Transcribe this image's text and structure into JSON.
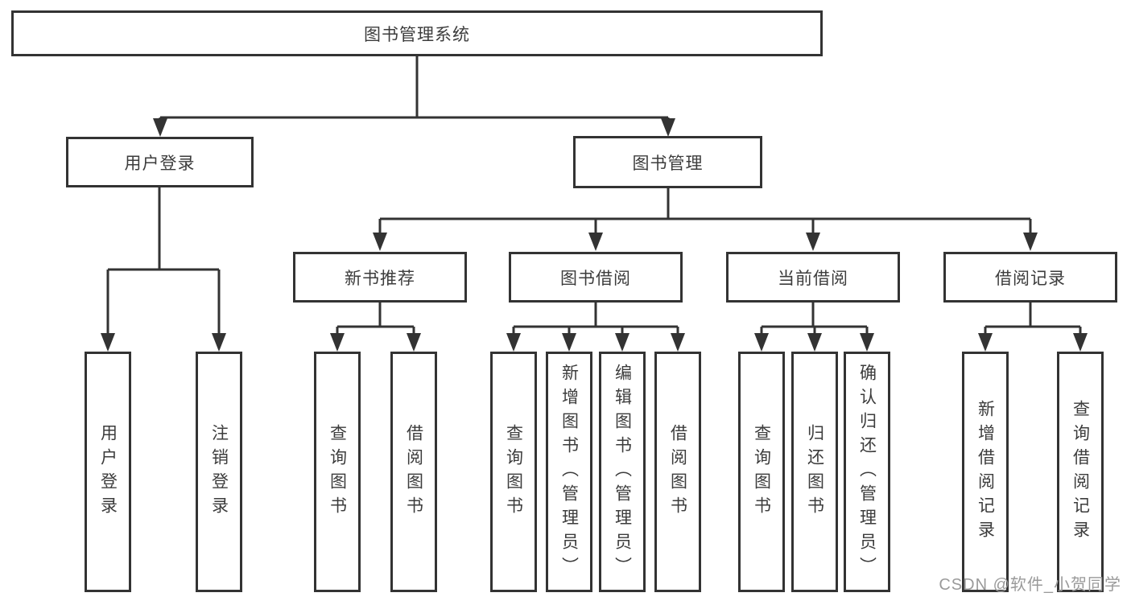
{
  "diagram": {
    "root": {
      "label": "图书管理系统"
    },
    "level2": [
      {
        "label": "用户登录"
      },
      {
        "label": "图书管理"
      }
    ],
    "level3": [
      {
        "label": "新书推荐"
      },
      {
        "label": "图书借阅"
      },
      {
        "label": "当前借阅"
      },
      {
        "label": "借阅记录"
      }
    ],
    "children": {
      "user_login": [
        "用户登录",
        "注销登录"
      ],
      "new_book": [
        "查询图书",
        "借阅图书"
      ],
      "book_borrow": [
        "查询图书",
        "新增图书（管理员）",
        "编辑图书（管理员）",
        "借阅图书"
      ],
      "current_borrow": [
        "查询图书",
        "归还图书",
        "确认归还（管理员）"
      ],
      "borrow_record": [
        "新增借阅记录",
        "查询借阅记录"
      ]
    }
  },
  "watermark": {
    "text": "CSDN @软件_小贺同学"
  },
  "colors": {
    "line": "#333333",
    "text": "#3c3c3c",
    "watermark": "#9a9a9a",
    "background": "#ffffff"
  }
}
